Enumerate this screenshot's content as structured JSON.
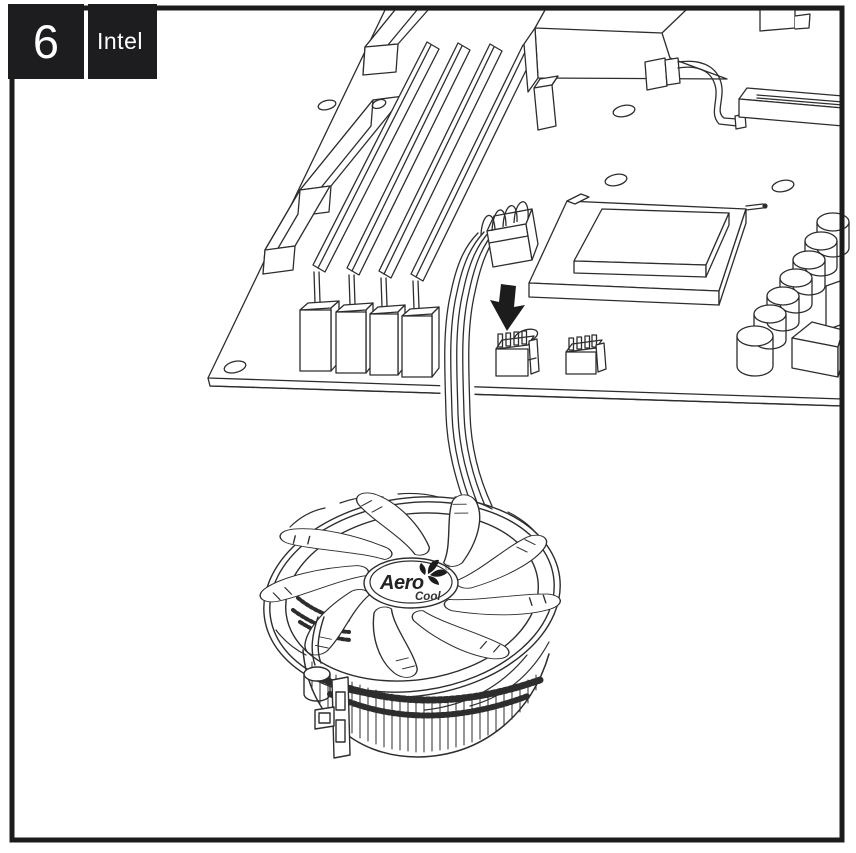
{
  "header": {
    "step_number": "6",
    "platform": "Intel"
  },
  "figure": {
    "logo": {
      "brand_primary": "Aero",
      "brand_secondary": "Cool",
      "registered_mark": "®"
    },
    "icons": {
      "down_arrow": "solid-down-arrow",
      "fan_pinwheel": "aerocool-pinwheel-mark"
    },
    "colors": {
      "line": "#2d2d2d",
      "arrow_fill": "#1c1c1c",
      "frame": "#1c1c1c",
      "panel_bg": "#1d1d1f",
      "text_on_dark": "#ffffff",
      "background": "#ffffff"
    }
  }
}
